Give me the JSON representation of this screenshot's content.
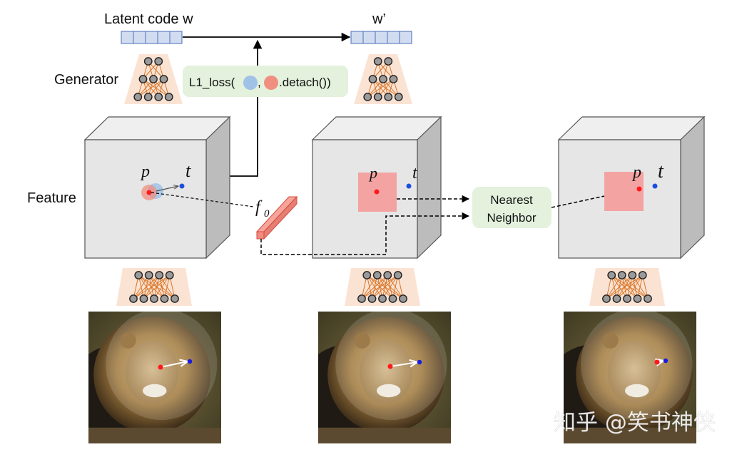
{
  "labels": {
    "latent_code": "Latent code w",
    "latent_code_updated": "w’",
    "generator": "Generator",
    "feature": "Feature",
    "loss_prefix": "L1_loss(",
    "loss_comma": ",",
    "loss_suffix": ".detach())",
    "nearest_line1": "Nearest",
    "nearest_line2": "Neighbor",
    "f0_base": "f",
    "f0_sub": "0",
    "point_p": "p",
    "point_t": "t",
    "watermark": "知乎 @笑书神侠"
  },
  "latent_vector_cells": 5,
  "stages": [
    {
      "name": "motion-supervision",
      "has_patch": false
    },
    {
      "name": "feature-patch",
      "has_patch": true
    },
    {
      "name": "point-tracking",
      "has_patch": true
    }
  ],
  "generator_layers_top": [
    2,
    3,
    4
  ],
  "generator_layers_bottom": [
    4,
    5
  ],
  "colors": {
    "vector_fill": "#d2dcf0",
    "vector_stroke": "#4a6fb8",
    "generator_bg": "#fbe3d4",
    "generator_edge": "#d9772a",
    "node_fill": "#9a9a9a",
    "cube_front": "#e6e6e6",
    "cube_top": "#efefef",
    "cube_side": "#bcbcbc",
    "cube_stroke": "#555555",
    "loss_box": "#e3f1dd",
    "handle_red": "#ff1a1a",
    "target_blue": "#1a4fe0",
    "blue_circle": "#9fc2e6",
    "red_circle": "#f08f80",
    "patch": "#f4a3a3",
    "f0_bar": "#f28b82"
  }
}
